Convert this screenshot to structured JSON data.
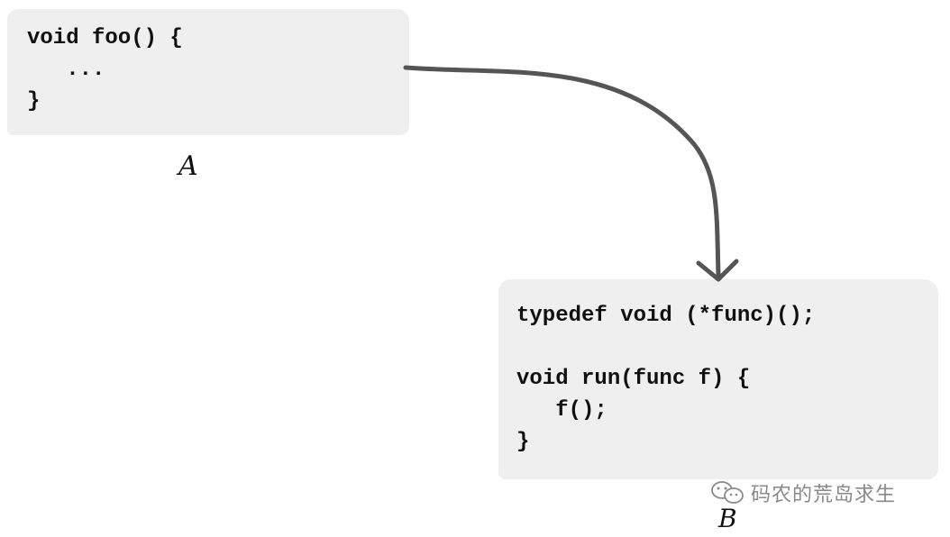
{
  "box_a": {
    "code": "void foo() {\n   ...\n}",
    "label": "A"
  },
  "box_b": {
    "code": "typedef void (*func)();\n\nvoid run(func f) {\n   f();\n}",
    "label": "B"
  },
  "watermark": {
    "text": "码农的荒岛求生",
    "icon": "wechat-icon"
  },
  "colors": {
    "box_background": "#efefef",
    "arrow": "#555555",
    "text": "#111111",
    "watermark": "#8a8a8a"
  }
}
